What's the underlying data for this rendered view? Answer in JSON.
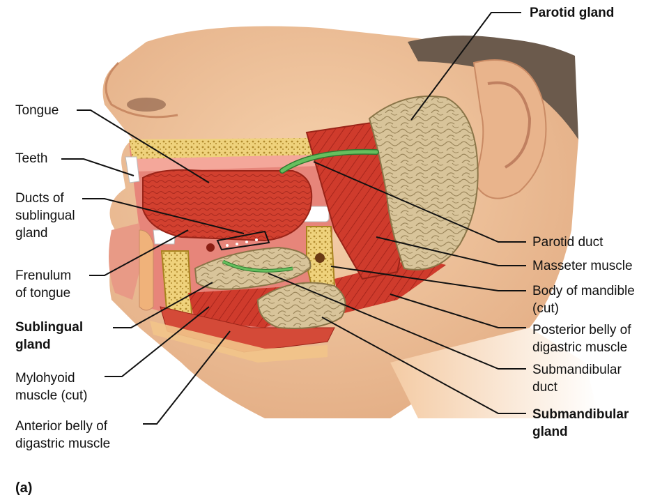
{
  "figure": {
    "panel_label": "(a)"
  },
  "labels": {
    "left": [
      {
        "id": "tongue",
        "text": "Tongue",
        "bold": false
      },
      {
        "id": "teeth",
        "text": "Teeth",
        "bold": false
      },
      {
        "id": "ducts-of-sublingual-gland",
        "text": "Ducts of\nsublingual\ngland",
        "bold": false
      },
      {
        "id": "frenulum-of-tongue",
        "text": "Frenulum\nof tongue",
        "bold": false
      },
      {
        "id": "sublingual-gland",
        "text": "Sublingual\ngland",
        "bold": true
      },
      {
        "id": "mylohyoid-muscle",
        "text": "Mylohyoid\nmuscle (cut)",
        "bold": false
      },
      {
        "id": "anterior-belly-digastric",
        "text": "Anterior belly of\ndigastric muscle",
        "bold": false
      }
    ],
    "right": [
      {
        "id": "parotid-gland",
        "text": "Parotid gland",
        "bold": true
      },
      {
        "id": "parotid-duct",
        "text": "Parotid duct",
        "bold": false
      },
      {
        "id": "masseter-muscle",
        "text": "Masseter muscle",
        "bold": false
      },
      {
        "id": "body-of-mandible",
        "text": "Body of mandible\n(cut)",
        "bold": false
      },
      {
        "id": "posterior-belly-digastric",
        "text": "Posterior belly of\ndigastric muscle",
        "bold": false
      },
      {
        "id": "submandibular-duct",
        "text": "Submandibular\nduct",
        "bold": false
      },
      {
        "id": "submandibular-gland",
        "text": "Submandibular\ngland",
        "bold": true
      }
    ]
  },
  "colors": {
    "skin": "#f3c9a0",
    "skin_shadow": "#d9a07a",
    "hair": "#6b5a4c",
    "muscle": "#cf3b2c",
    "muscle_dark": "#a8261c",
    "oral_cavity": "#e7857a",
    "gland": "#d8c49a",
    "bone": "#f0d27a",
    "duct": "#5cb85c",
    "leader_line": "#111111"
  }
}
